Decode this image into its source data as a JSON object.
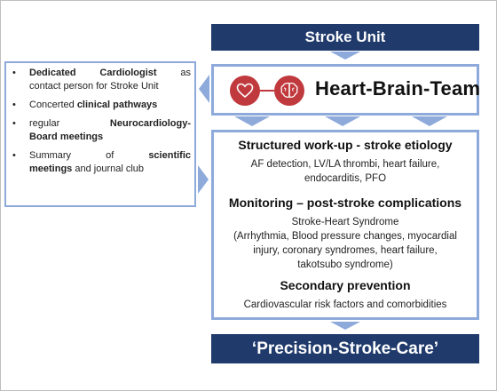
{
  "header": {
    "stroke_unit": "Stroke Unit"
  },
  "team": {
    "title": "Heart-Brain-Team"
  },
  "left_panel": {
    "items": [
      {
        "lines": [
          [
            "Dedicated",
            "Cardiologist",
            "as"
          ],
          [
            "contact person for Stroke Unit"
          ]
        ],
        "bold_words": [
          "Dedicated",
          "Cardiologist"
        ]
      },
      {
        "lines": [
          [
            "Concerted ",
            "clinical pathways"
          ]
        ]
      },
      {
        "lines": [
          [
            "regular",
            "Neurocardiology-"
          ],
          [
            "Board meetings"
          ]
        ]
      },
      {
        "lines": [
          [
            "Summary",
            "of",
            "scientific"
          ],
          [
            "meetings",
            " and journal club"
          ]
        ]
      }
    ],
    "item1_a": "Dedicated",
    "item1_b": "Cardiologist",
    "item1_c": "as",
    "item1_d": "contact person for Stroke Unit",
    "item2_a": "Concerted ",
    "item2_b": "clinical pathways",
    "item3_a": "regular",
    "item3_b": "Neurocardiology-",
    "item3_c": "Board meetings",
    "item4_a": "Summary",
    "item4_b": "of",
    "item4_c": "scientific",
    "item4_d": "meetings",
    "item4_e": " and journal club",
    "bullet": "•"
  },
  "workup": {
    "heading1": "Structured work-up - stroke etiology",
    "text1_line1": "AF detection, LV/LA thrombi, heart failure,",
    "text1_line2": "endocarditis, PFO",
    "heading2": "Monitoring – post-stroke complications",
    "text2_line1": "Stroke-Heart Syndrome",
    "text2_line2": "(Arrhythmia, Blood pressure changes, myocardial",
    "text2_line3": "injury, coronary syndromes, heart failure,",
    "text2_line4": "takotsubo syndrome)",
    "heading3": "Secondary prevention",
    "text3_line1": "Cardiovascular risk factors and comorbidities"
  },
  "footer": {
    "precision": "‘Precision-Stroke-Care’"
  },
  "colors": {
    "navy": "#1f3a6b",
    "arrow_blue": "#8eaadb",
    "icon_red": "#c0393d"
  }
}
